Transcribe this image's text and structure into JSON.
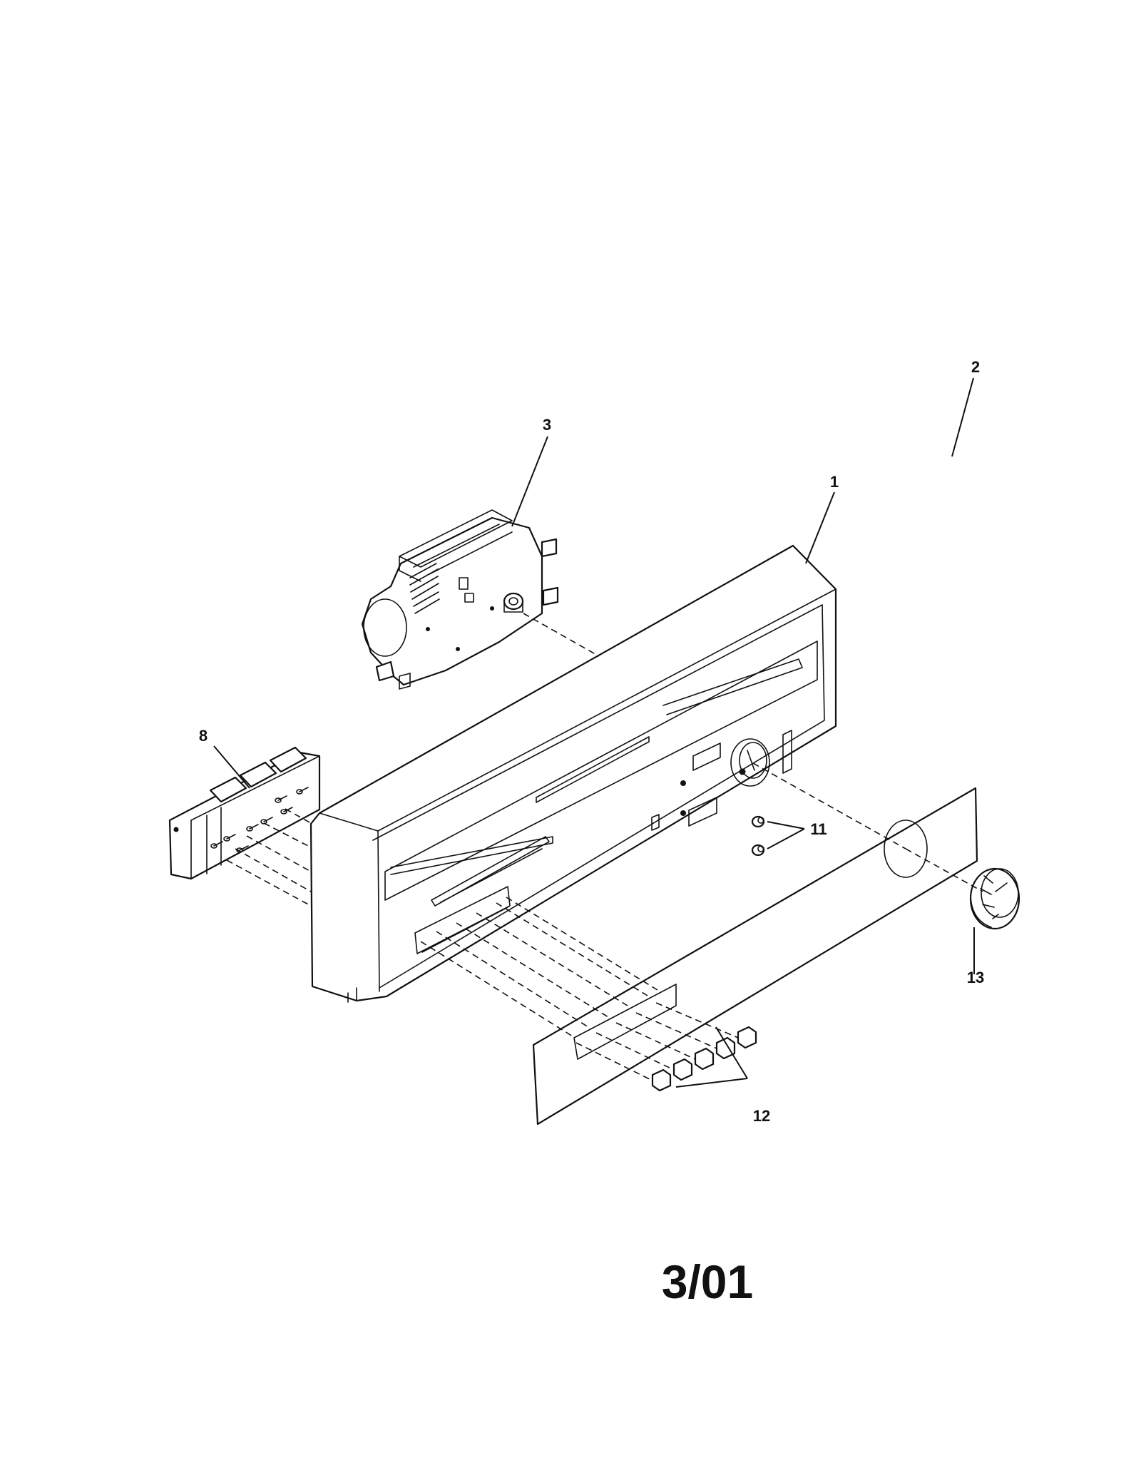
{
  "callouts": {
    "console_panel": "1",
    "graphic_panel": "2",
    "timer": "3",
    "switch_assembly": "8",
    "screws": "11",
    "push_buttons": "12",
    "knob": "13"
  },
  "revision": "3/01"
}
